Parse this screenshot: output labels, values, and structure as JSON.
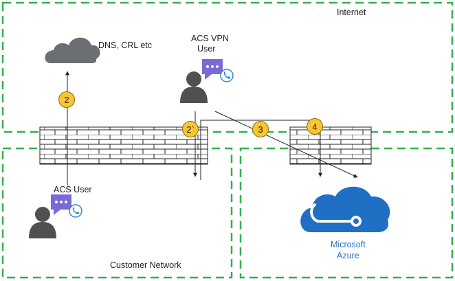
{
  "zones": {
    "internet": "Internet",
    "customer_network": "Customer Network"
  },
  "labels": {
    "dns": "DNS, CRL etc",
    "vpn_user_line1": "ACS VPN",
    "vpn_user_line2": "User",
    "acs_user": "ACS User",
    "azure_line1": "Microsoft",
    "azure_line2": "Azure"
  },
  "steps": [
    "2",
    "2`",
    "3",
    "4"
  ],
  "colors": {
    "zone_border": "#2fb24a",
    "badge_fill": "#f9c633",
    "badge_border": "#8a6a00",
    "cloud_gray": "#6b6e73",
    "azure_blue": "#1f6fc5",
    "chat_purple": "#7a6ad8",
    "phone_blue": "#2b88d8",
    "person": "#505050"
  }
}
